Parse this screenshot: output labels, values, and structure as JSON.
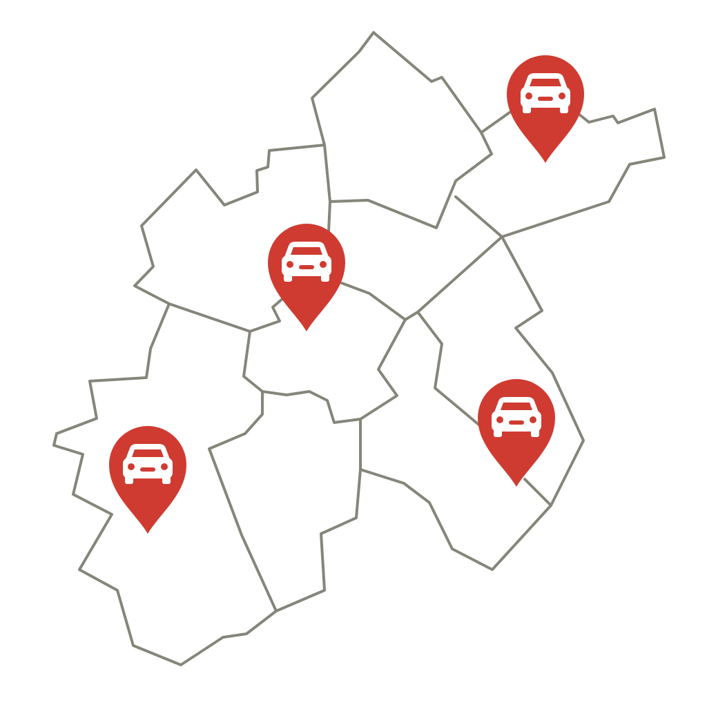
{
  "colors": {
    "background": "#ffffff",
    "border": "#85857a",
    "pin": "#cf3b31",
    "pin_icon": "#ffffff"
  },
  "markers": [
    {
      "id": "pin-center",
      "icon": "car-icon"
    },
    {
      "id": "pin-northeast",
      "icon": "car-icon"
    },
    {
      "id": "pin-east",
      "icon": "car-icon"
    },
    {
      "id": "pin-southwest",
      "icon": "car-icon"
    }
  ]
}
